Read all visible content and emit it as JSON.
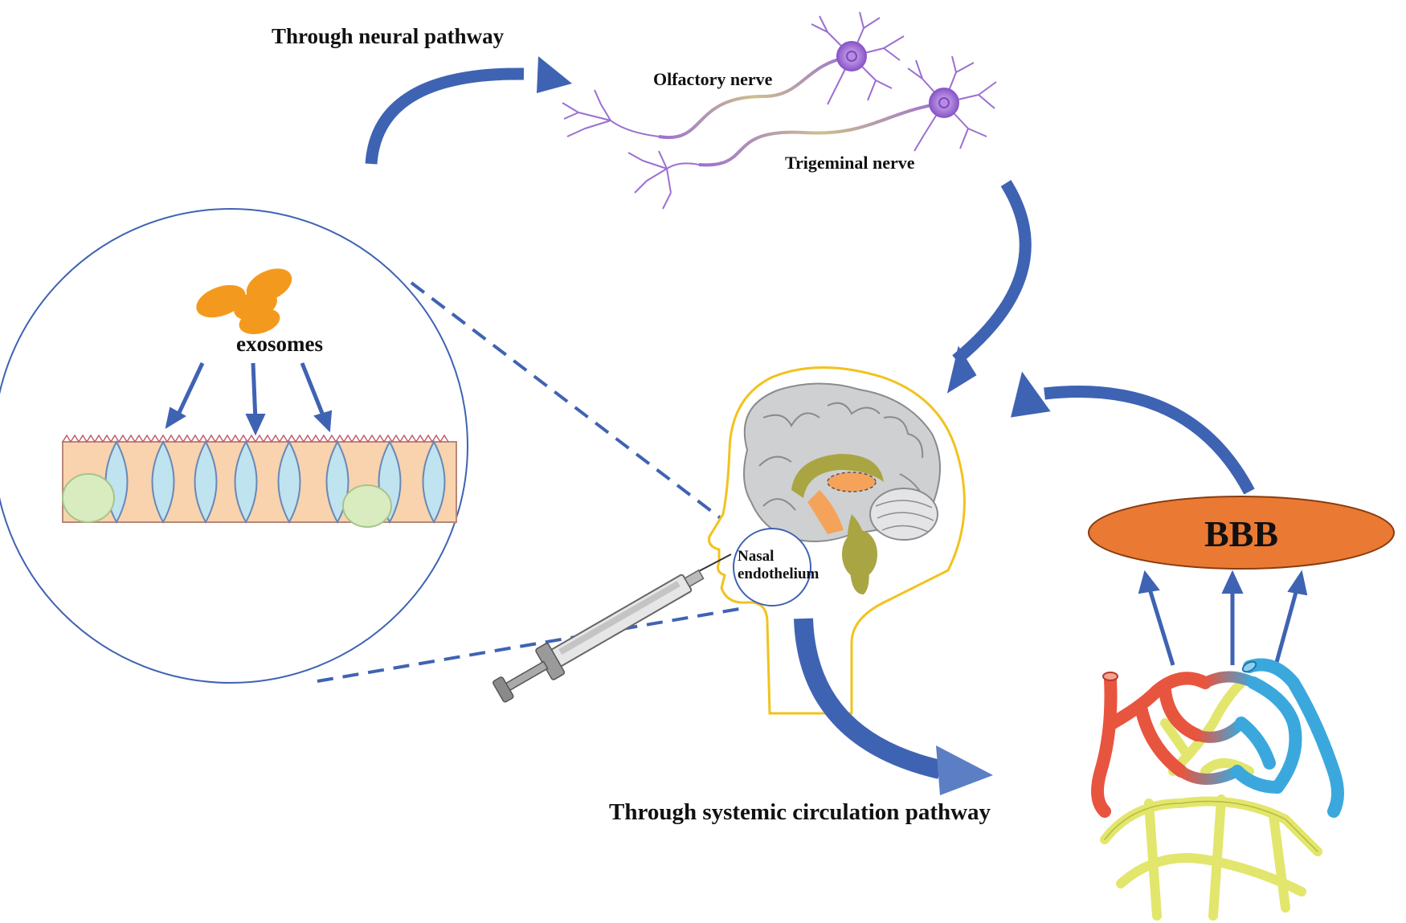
{
  "labels": {
    "neural_pathway": "Through neural pathway",
    "olfactory": "Olfactory nerve",
    "trigeminal": "Trigeminal nerve",
    "exosomes": "exosomes",
    "nasal_line1": "Nasal",
    "nasal_line2": "endothelium",
    "bbb": "BBB",
    "systemic": "Through systemic circulation pathway"
  },
  "colors": {
    "arrow": "#3f63b3",
    "neuron": "#9b6fd1",
    "exosome": "#f39a1e",
    "cell": "#f8d3ad",
    "cilia_cell": "#bfe3ef",
    "goblet": "#d9ecc0",
    "brain_outline": "#f2c21e",
    "bbb": "#ea7a33",
    "artery": "#e8553f",
    "vein": "#3ba8dd",
    "lymph": "#e2e66c"
  }
}
